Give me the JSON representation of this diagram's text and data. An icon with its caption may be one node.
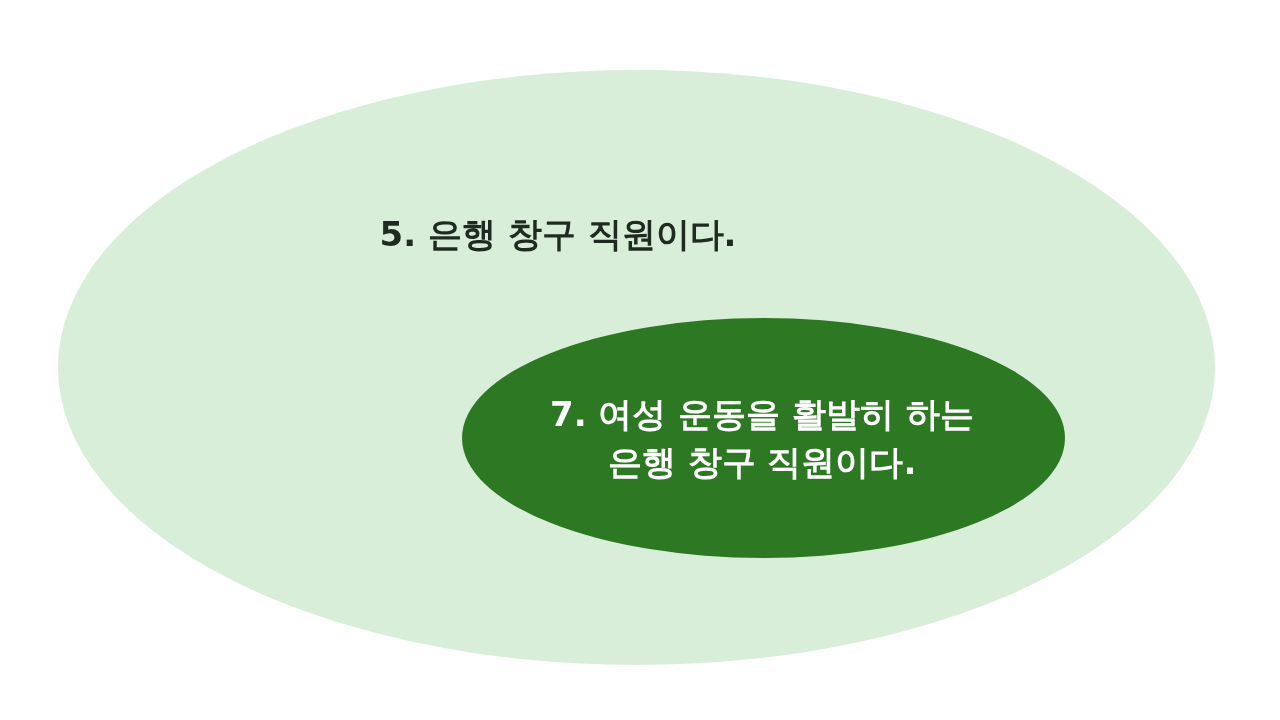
{
  "diagram": {
    "nodes": [
      {
        "text": [
          "5. 은행 창구 직원이다."
        ]
      },
      {
        "text": [
          "7. 여성 운동을 활발히 하는 은행 창구 직원이다."
        ],
        "in": 0
      }
    ]
  }
}
